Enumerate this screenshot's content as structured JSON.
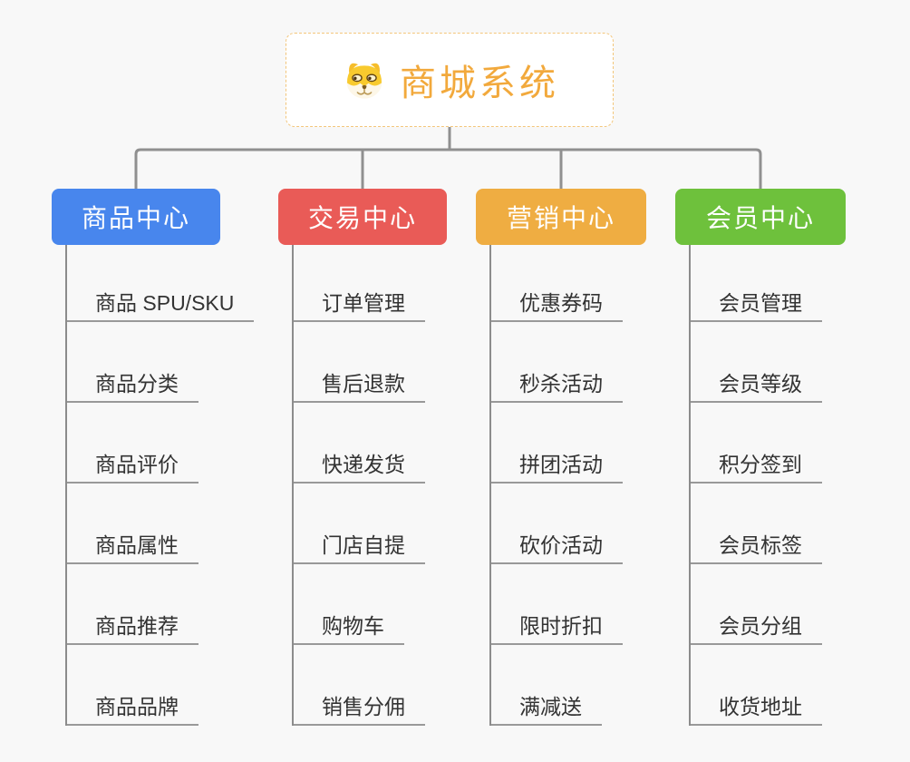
{
  "root": {
    "title": "商城系统",
    "icon": "shiba-dog-icon",
    "title_color": "#F2A93C",
    "border_color": "#F3C67B"
  },
  "connector_color": "#909090",
  "branches": [
    {
      "label": "商品中心",
      "color": "#4886ED",
      "items": [
        "商品 SPU/SKU",
        "商品分类",
        "商品评价",
        "商品属性",
        "商品推荐",
        "商品品牌"
      ]
    },
    {
      "label": "交易中心",
      "color": "#E95B57",
      "items": [
        "订单管理",
        "售后退款",
        "快递发货",
        "门店自提",
        "购物车",
        "销售分佣"
      ]
    },
    {
      "label": "营销中心",
      "color": "#EFAD42",
      "items": [
        "优惠券码",
        "秒杀活动",
        "拼团活动",
        "砍价活动",
        "限时折扣",
        "满减送"
      ]
    },
    {
      "label": "会员中心",
      "color": "#6EC13C",
      "items": [
        "会员管理",
        "会员等级",
        "积分签到",
        "会员标签",
        "会员分组",
        "收货地址"
      ]
    }
  ]
}
